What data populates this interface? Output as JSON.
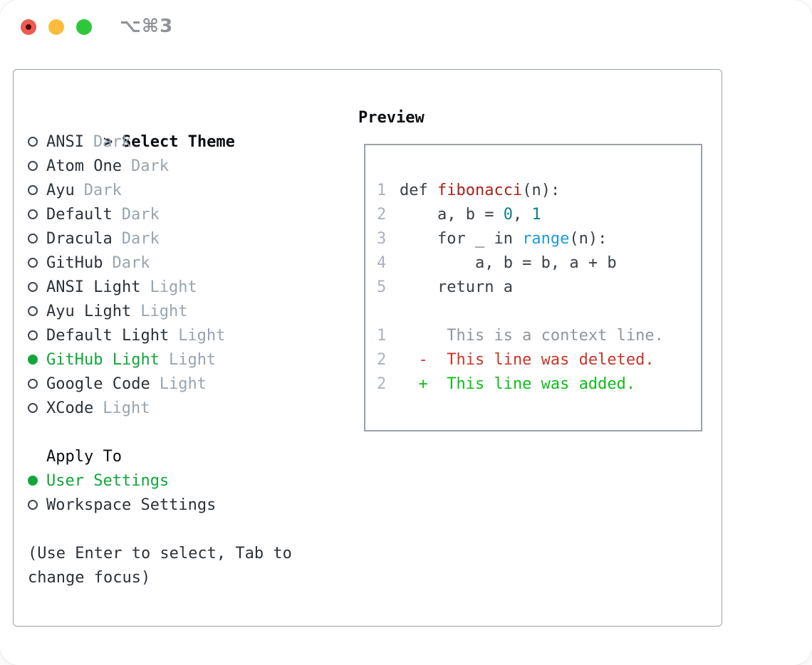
{
  "window": {
    "shortcut_label": "⌥⌘3",
    "traffic_lights": [
      {
        "name": "close",
        "color": "#F0594F"
      },
      {
        "name": "minimize",
        "color": "#FBBC3E"
      },
      {
        "name": "zoom",
        "color": "#2EC73C"
      }
    ]
  },
  "theme_panel": {
    "title_prefix": ">",
    "title": "Select Theme",
    "themes": [
      {
        "name": "ANSI",
        "variant": "Dark",
        "selected": false
      },
      {
        "name": "Atom One",
        "variant": "Dark",
        "selected": false
      },
      {
        "name": "Ayu",
        "variant": "Dark",
        "selected": false
      },
      {
        "name": "Default",
        "variant": "Dark",
        "selected": false
      },
      {
        "name": "Dracula",
        "variant": "Dark",
        "selected": false
      },
      {
        "name": "GitHub",
        "variant": "Dark",
        "selected": false
      },
      {
        "name": "ANSI Light",
        "variant": "Light",
        "selected": false
      },
      {
        "name": "Ayu Light",
        "variant": "Light",
        "selected": false
      },
      {
        "name": "Default Light",
        "variant": "Light",
        "selected": false
      },
      {
        "name": "GitHub Light",
        "variant": "Light",
        "selected": true
      },
      {
        "name": "Google Code",
        "variant": "Light",
        "selected": false
      },
      {
        "name": "XCode",
        "variant": "Light",
        "selected": false
      }
    ],
    "apply_to": {
      "title": "Apply To",
      "options": [
        {
          "label": "User Settings",
          "selected": true
        },
        {
          "label": "Workspace Settings",
          "selected": false
        }
      ]
    },
    "hint_lines": [
      "(Use Enter to select, Tab to",
      "change focus)"
    ]
  },
  "preview": {
    "title": "Preview",
    "code_lines": [
      {
        "num": "1",
        "tokens": [
          {
            "text": "def ",
            "style": "code"
          },
          {
            "text": "fibonacci",
            "style": "func"
          },
          {
            "text": "(n):",
            "style": "code"
          }
        ]
      },
      {
        "num": "2",
        "tokens": [
          {
            "text": "    a, b = ",
            "style": "code"
          },
          {
            "text": "0",
            "style": "number"
          },
          {
            "text": ", ",
            "style": "code"
          },
          {
            "text": "1",
            "style": "number"
          }
        ]
      },
      {
        "num": "3",
        "tokens": [
          {
            "text": "    for _ in ",
            "style": "code"
          },
          {
            "text": "range",
            "style": "builtin"
          },
          {
            "text": "(n):",
            "style": "code"
          }
        ]
      },
      {
        "num": "4",
        "tokens": [
          {
            "text": "        a, b = b, a + b",
            "style": "code"
          }
        ]
      },
      {
        "num": "5",
        "tokens": [
          {
            "text": "    return a",
            "style": "code"
          }
        ]
      },
      {
        "num": "",
        "tokens": []
      },
      {
        "num": "1",
        "tokens": [
          {
            "text": "     This is a context line.",
            "style": "ctx"
          }
        ]
      },
      {
        "num": "2",
        "tokens": [
          {
            "text": "  -  This line was deleted.",
            "style": "del"
          }
        ]
      },
      {
        "num": "2",
        "tokens": [
          {
            "text": "  +  This line was added.",
            "style": "add"
          }
        ]
      }
    ]
  },
  "colors": {
    "accent_green": "#12A63A",
    "added_green": "#13BC1C",
    "deleted_red": "#C93528",
    "function_red": "#A8231F",
    "number_teal": "#0D7E8A",
    "builtin_blue": "#1E9BD7",
    "muted_gray": "#9AA4B0",
    "line_number_gray": "#A9B2BC",
    "context_gray": "#8F979E",
    "text_dark": "#2B3238",
    "code_dark": "#3A4046",
    "border_gray": "#9AA2AC",
    "title_gray": "#8F9398"
  }
}
